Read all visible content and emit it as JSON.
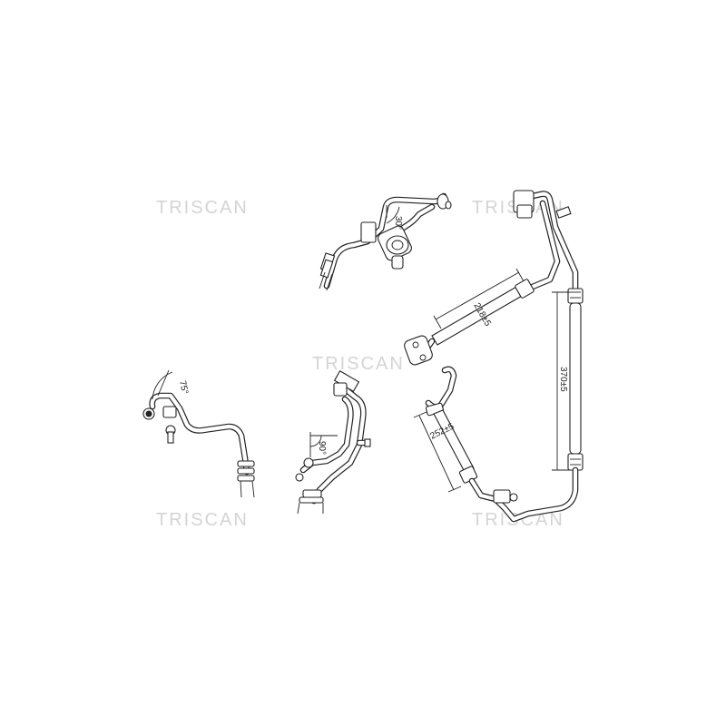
{
  "watermark": {
    "text": "TRISCAN",
    "color": "#d4d4d4"
  },
  "dimensions": {
    "angle_upper": "30°",
    "angle_left": "75°",
    "angle_middle": "90°",
    "length_218": "218±5",
    "length_370": "370±5",
    "length_252": "252±5"
  },
  "colors": {
    "line": "#222222",
    "background": "#ffffff"
  }
}
